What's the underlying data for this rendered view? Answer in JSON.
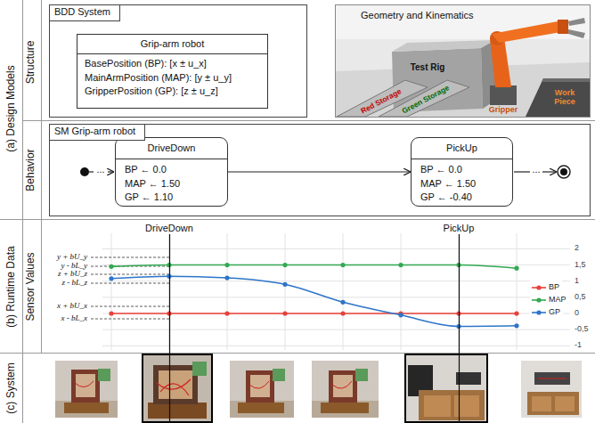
{
  "diagram": {
    "nodes": [
      {
        "text": [
          "BDD System"
        ]
      },
      {
        "text": [
          "Grip-arm robot",
          "BasePosition (BP): [x ± u_x]",
          "MainArmPosition (MAP): [y ± u_y]",
          "GripperPosition (GP): [z ± u_z]"
        ],
        "in": 0
      },
      {
        "text": [
          "Geometry and Kinematics"
        ]
      },
      {
        "text": [
          "SM Grip-arm robot"
        ]
      },
      {
        "text": [
          "DriveDown",
          "BP ← 0.0",
          "MAP ← 1.50",
          "GP ← 1.10"
        ],
        "in": 3
      },
      {
        "text": [
          "PickUp",
          "BP ← 0.0",
          "MAP ← 1.50",
          "GP ← -0.40"
        ],
        "in": 3
      }
    ],
    "edges": [
      {
        "from": 4,
        "to": 5,
        "arrow": "to"
      }
    ],
    "labels": [
      "(a) Design Models",
      "Structure",
      "Behavior",
      "Test Rig",
      "Red Storage",
      "Green Storage",
      "Gripper",
      "Work Piece",
      "...",
      "...",
      "(b) Runtime Data",
      "Sensor Values",
      "DriveDown",
      "PickUp",
      "y + bU_y",
      "y - bL_y",
      "z + bU_z",
      "z - bL_z",
      "x + bU_x",
      "x - bL_x",
      "2",
      "1,5",
      "1",
      "0,5",
      "0",
      "-0,5",
      "-1",
      "(c) System"
    ],
    "legend": [
      {
        "text": "BP"
      },
      {
        "text": "MAP"
      },
      {
        "text": "GP"
      }
    ]
  }
}
